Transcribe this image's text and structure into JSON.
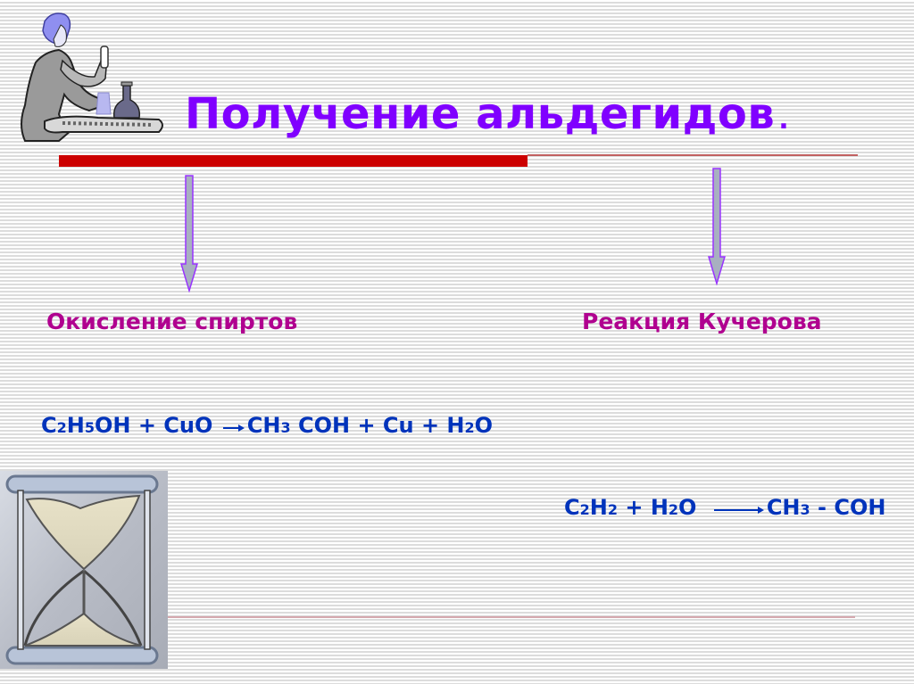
{
  "slide": {
    "title": "Получение альдегидов",
    "title_period": ".",
    "colors": {
      "title": "#8000ff",
      "heading": "#b0008f",
      "equation": "#0033bb",
      "red_bar": "#cc0000",
      "thin_line": "#c06060",
      "arrow_fill": "#a8b0c0",
      "arrow_stroke": "#9933ff"
    },
    "branches": [
      {
        "heading": "Окисление спиртов",
        "equation": {
          "reactants": [
            {
              "parts": [
                [
                  "C",
                  ""
                ],
                [
                  "",
                  "2"
                ],
                [
                  "H",
                  ""
                ],
                [
                  "",
                  "5"
                ],
                [
                  "OH",
                  ""
                ]
              ]
            },
            {
              "text": "CuO"
            }
          ],
          "lhs": [
            "C",
            "2",
            "H",
            "5",
            "OH + CuO"
          ],
          "rhs": [
            "CH",
            "3",
            " COH + Cu + H",
            "2",
            "O"
          ]
        }
      },
      {
        "heading": "Реакция Кучерова",
        "equation": {
          "lhs": [
            "C",
            "2",
            "H",
            "2",
            " + H",
            "2",
            "O"
          ],
          "rhs": [
            "CH",
            "3",
            " - COH"
          ]
        }
      }
    ],
    "images": {
      "top_left": "chemist-woman-illustration",
      "bottom_left": "hourglass-illustration"
    }
  }
}
